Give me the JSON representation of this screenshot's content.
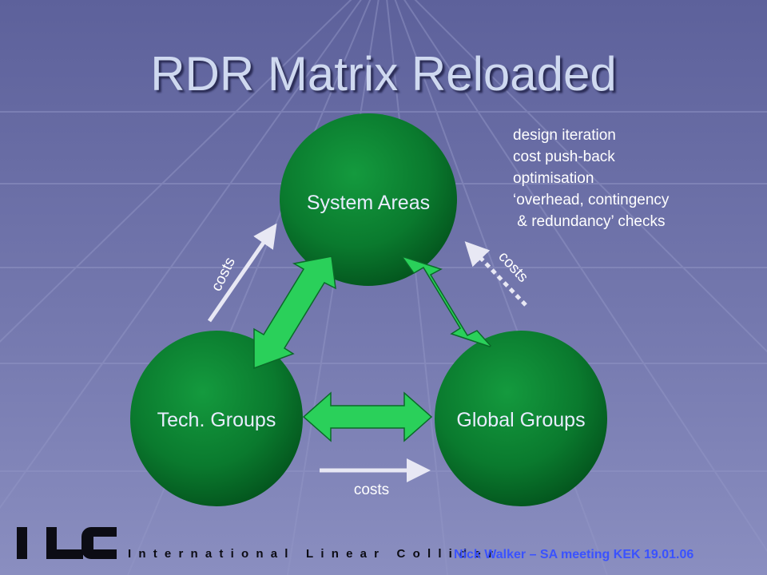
{
  "slide": {
    "title": "RDR Matrix Reloaded",
    "nodes": {
      "system": "System Areas",
      "tech": "Tech. Groups",
      "global": "Global Groups"
    },
    "edge_labels": {
      "left": "costs",
      "right": "costs",
      "bottom": "costs"
    },
    "notes": [
      "design iteration",
      "cost push-back",
      "optimisation",
      "‘overhead, contingency",
      " & redundancy’ checks"
    ]
  },
  "footer": {
    "logo": "ILC",
    "logo_subtitle": "International Linear Collider",
    "credit": "Nick Walker – SA meeting KEK 19.01.06"
  },
  "colors": {
    "background": "#6a6ea6",
    "sphere": "#0e7a32",
    "double_arrow": "#2ad05a",
    "cost_arrow": "#e8e8f4",
    "credit": "#3a52ff"
  }
}
